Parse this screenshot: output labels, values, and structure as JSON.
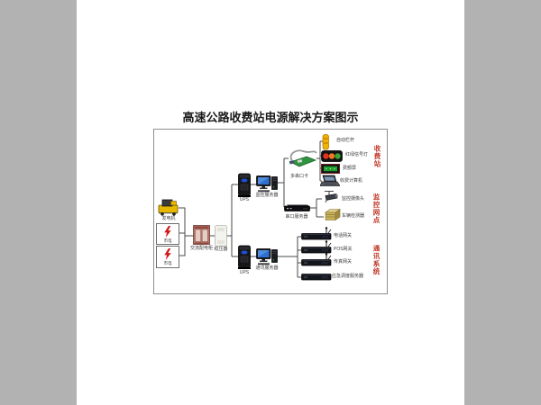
{
  "title": "高速公路收费站电源解决方案图示",
  "diagram": {
    "power": {
      "generator": "发电机",
      "mains_1": "市电",
      "mains_2": "市电",
      "cabinet": "交流配电柜",
      "stabilizer": "稳压器",
      "ups_1": "UPS",
      "ups_2": "UPS",
      "monitor_server": "监控服务器",
      "comm_server": "通讯服务器"
    },
    "toll": {
      "section": "收费站",
      "serial_card": "多串口卡",
      "barrier": "自动栏杆",
      "signal_light": "红绿信号灯",
      "fee_display": "费额屏",
      "toll_computer": "收费计算机"
    },
    "monitoring": {
      "section": "监控网点",
      "serial_server": "串口服务器",
      "camera": "监控摄像头",
      "vehicle_detector": "车辆检测器"
    },
    "communication": {
      "section": "通讯系统",
      "gateways": [
        "电话网关",
        "POS网关",
        "传真网关",
        "应急调度服务器"
      ]
    },
    "colors": {
      "section_label": "#c0392b",
      "wire": "#4a4a4a",
      "accent_red": "#d01818"
    }
  }
}
